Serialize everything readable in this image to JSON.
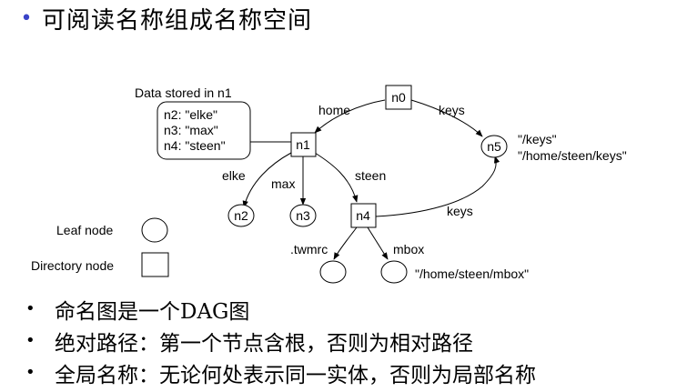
{
  "title": "可阅读名称组成名称空间",
  "diagram": {
    "data_box_title": "Data stored in n1",
    "data_lines": [
      "n2: \"elke\"",
      "n3: \"max\"",
      "n4: \"steen\""
    ],
    "nodes": {
      "n0": "n0",
      "n1": "n1",
      "n2": "n2",
      "n3": "n3",
      "n4": "n4",
      "n5": "n5"
    },
    "edges": {
      "home": "home",
      "keys_top": "keys",
      "elke": "elke",
      "max": "max",
      "steen": "steen",
      "keys_bottom": "keys",
      "twmrc": ".twmrc",
      "mbox": "mbox"
    },
    "n5_paths": [
      "\"/keys\"",
      "\"/home/steen/keys\""
    ],
    "mbox_path": "\"/home/steen/mbox\"",
    "legend": {
      "leaf": "Leaf node",
      "directory": "Directory node"
    }
  },
  "bullets": [
    "命名图是一个DAG图",
    "绝对路径：第一个节点含根，否则为相对路径",
    "全局名称：无论何处表示同一实体，否则为局部名称"
  ]
}
